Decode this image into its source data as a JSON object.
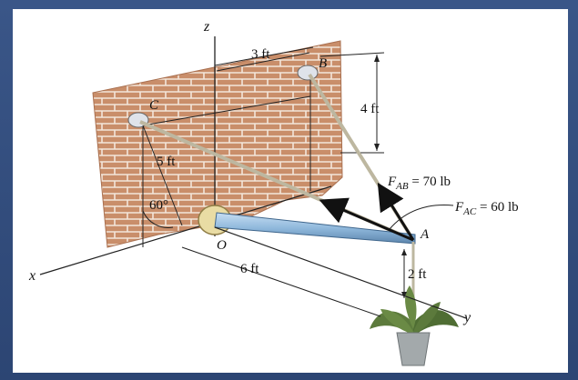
{
  "labels": {
    "axis_z": "z",
    "axis_x": "x",
    "axis_y": "y",
    "point_A": "A",
    "point_B": "B",
    "point_C": "C",
    "point_O": "O",
    "dim_3ft": "3 ft",
    "dim_4ft": "4 ft",
    "dim_5ft": "5 ft",
    "dim_6ft": "6 ft",
    "dim_2ft": "2 ft",
    "angle_60": "60°"
  },
  "forces": {
    "fab_symbol": "F",
    "fab_sub": "AB",
    "fab_value": " = 70 lb",
    "fac_symbol": "F",
    "fac_sub": "AC",
    "fac_value": " = 60 lb"
  },
  "colors": {
    "brick": "#c98e6a",
    "mortar": "#f3e6da",
    "boom": "#8fb8dc",
    "cable": "#cfcab6",
    "plant": "#5c7a3c"
  }
}
